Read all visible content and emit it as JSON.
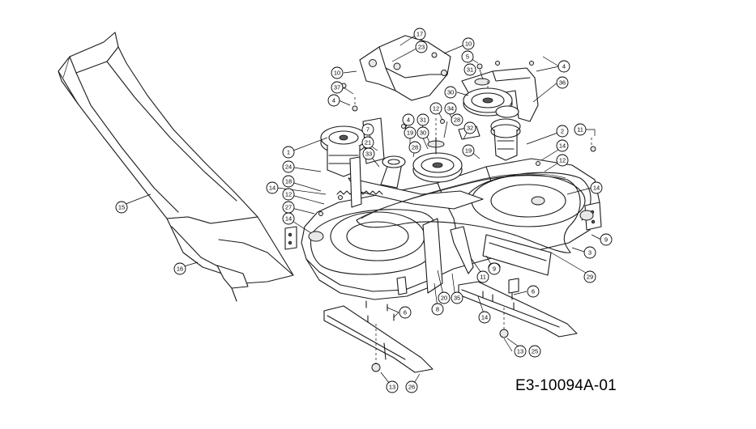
{
  "diagram": {
    "drawing_code": "E3-10094A-01",
    "callouts": [
      {
        "id": "c-17",
        "label": "17"
      },
      {
        "id": "c-10a",
        "label": "10"
      },
      {
        "id": "c-23",
        "label": "23"
      },
      {
        "id": "c-5",
        "label": "5"
      },
      {
        "id": "c-4a",
        "label": "4"
      },
      {
        "id": "c-10b",
        "label": "10"
      },
      {
        "id": "c-31a",
        "label": "31"
      },
      {
        "id": "c-37",
        "label": "37"
      },
      {
        "id": "c-30a",
        "label": "30"
      },
      {
        "id": "c-36",
        "label": "36"
      },
      {
        "id": "c-4b",
        "label": "4"
      },
      {
        "id": "c-12a",
        "label": "12"
      },
      {
        "id": "c-34",
        "label": "34"
      },
      {
        "id": "c-4c",
        "label": "4"
      },
      {
        "id": "c-31b",
        "label": "31"
      },
      {
        "id": "c-28a",
        "label": "28"
      },
      {
        "id": "c-7",
        "label": "7"
      },
      {
        "id": "c-19a",
        "label": "19"
      },
      {
        "id": "c-30b",
        "label": "30"
      },
      {
        "id": "c-32",
        "label": "32"
      },
      {
        "id": "c-2",
        "label": "2"
      },
      {
        "id": "c-11a",
        "label": "11"
      },
      {
        "id": "c-1",
        "label": "1"
      },
      {
        "id": "c-21",
        "label": "21"
      },
      {
        "id": "c-28b",
        "label": "28"
      },
      {
        "id": "c-19b",
        "label": "19"
      },
      {
        "id": "c-14a",
        "label": "14"
      },
      {
        "id": "c-33",
        "label": "33"
      },
      {
        "id": "c-12b",
        "label": "12"
      },
      {
        "id": "c-24",
        "label": "24"
      },
      {
        "id": "c-18",
        "label": "18"
      },
      {
        "id": "c-14b",
        "label": "14"
      },
      {
        "id": "c-14c",
        "label": "14"
      },
      {
        "id": "c-12c",
        "label": "12"
      },
      {
        "id": "c-27",
        "label": "27"
      },
      {
        "id": "c-15",
        "label": "15"
      },
      {
        "id": "c-14d",
        "label": "14"
      },
      {
        "id": "c-9a",
        "label": "9"
      },
      {
        "id": "c-3",
        "label": "3"
      },
      {
        "id": "c-29",
        "label": "29"
      },
      {
        "id": "c-16",
        "label": "16"
      },
      {
        "id": "c-9b",
        "label": "9"
      },
      {
        "id": "c-11b",
        "label": "11"
      },
      {
        "id": "c-20",
        "label": "20"
      },
      {
        "id": "c-35",
        "label": "35"
      },
      {
        "id": "c-8",
        "label": "8"
      },
      {
        "id": "c-6a",
        "label": "6"
      },
      {
        "id": "c-14e",
        "label": "14"
      },
      {
        "id": "c-6b",
        "label": "6"
      },
      {
        "id": "c-13a",
        "label": "13"
      },
      {
        "id": "c-25",
        "label": "25"
      },
      {
        "id": "c-13b",
        "label": "13"
      },
      {
        "id": "c-26",
        "label": "26"
      }
    ]
  }
}
